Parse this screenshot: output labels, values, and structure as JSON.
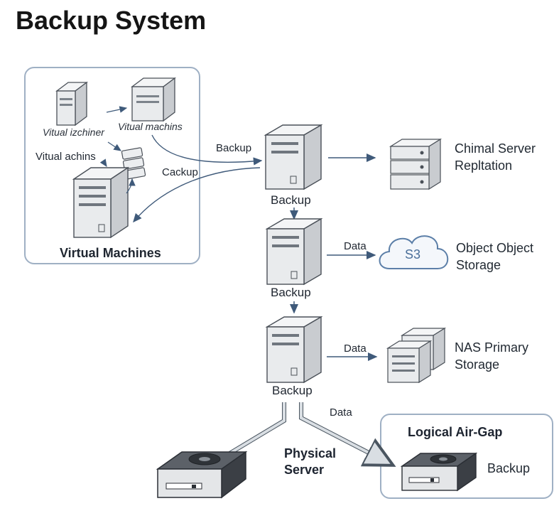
{
  "title": "Backup System",
  "vm_group": {
    "label": "Virtual Machines",
    "vm1_label": "Vitual izchiner",
    "vm2_label": "Vitual machins",
    "vm3_label": "Vitual achins",
    "cackup_label": "Cackup"
  },
  "edges": {
    "backup_label": "Backup",
    "data_label_1": "Data",
    "data_label_2": "Data",
    "data_label_3": "Data"
  },
  "servers": {
    "server1_label": "Backup",
    "server2_label": "Backup",
    "server3_label": "Backup"
  },
  "targets": {
    "replication_line1": "Chimal Server",
    "replication_line2": "Repltation",
    "s3_icon_text": "S3",
    "object_line1": "Object Object",
    "object_line2": "Storage",
    "nas_line1": "NAS Primary",
    "nas_line2": "Storage"
  },
  "physical": {
    "line1": "Physical",
    "line2": "Server"
  },
  "airgap": {
    "title": "Logical Air-Gap",
    "backup_label": "Backup"
  },
  "colors": {
    "arrow": "#3f5a7a",
    "box_border": "#9fb0c4",
    "server_light": "#eceef0",
    "server_side": "#c9ccd0"
  }
}
